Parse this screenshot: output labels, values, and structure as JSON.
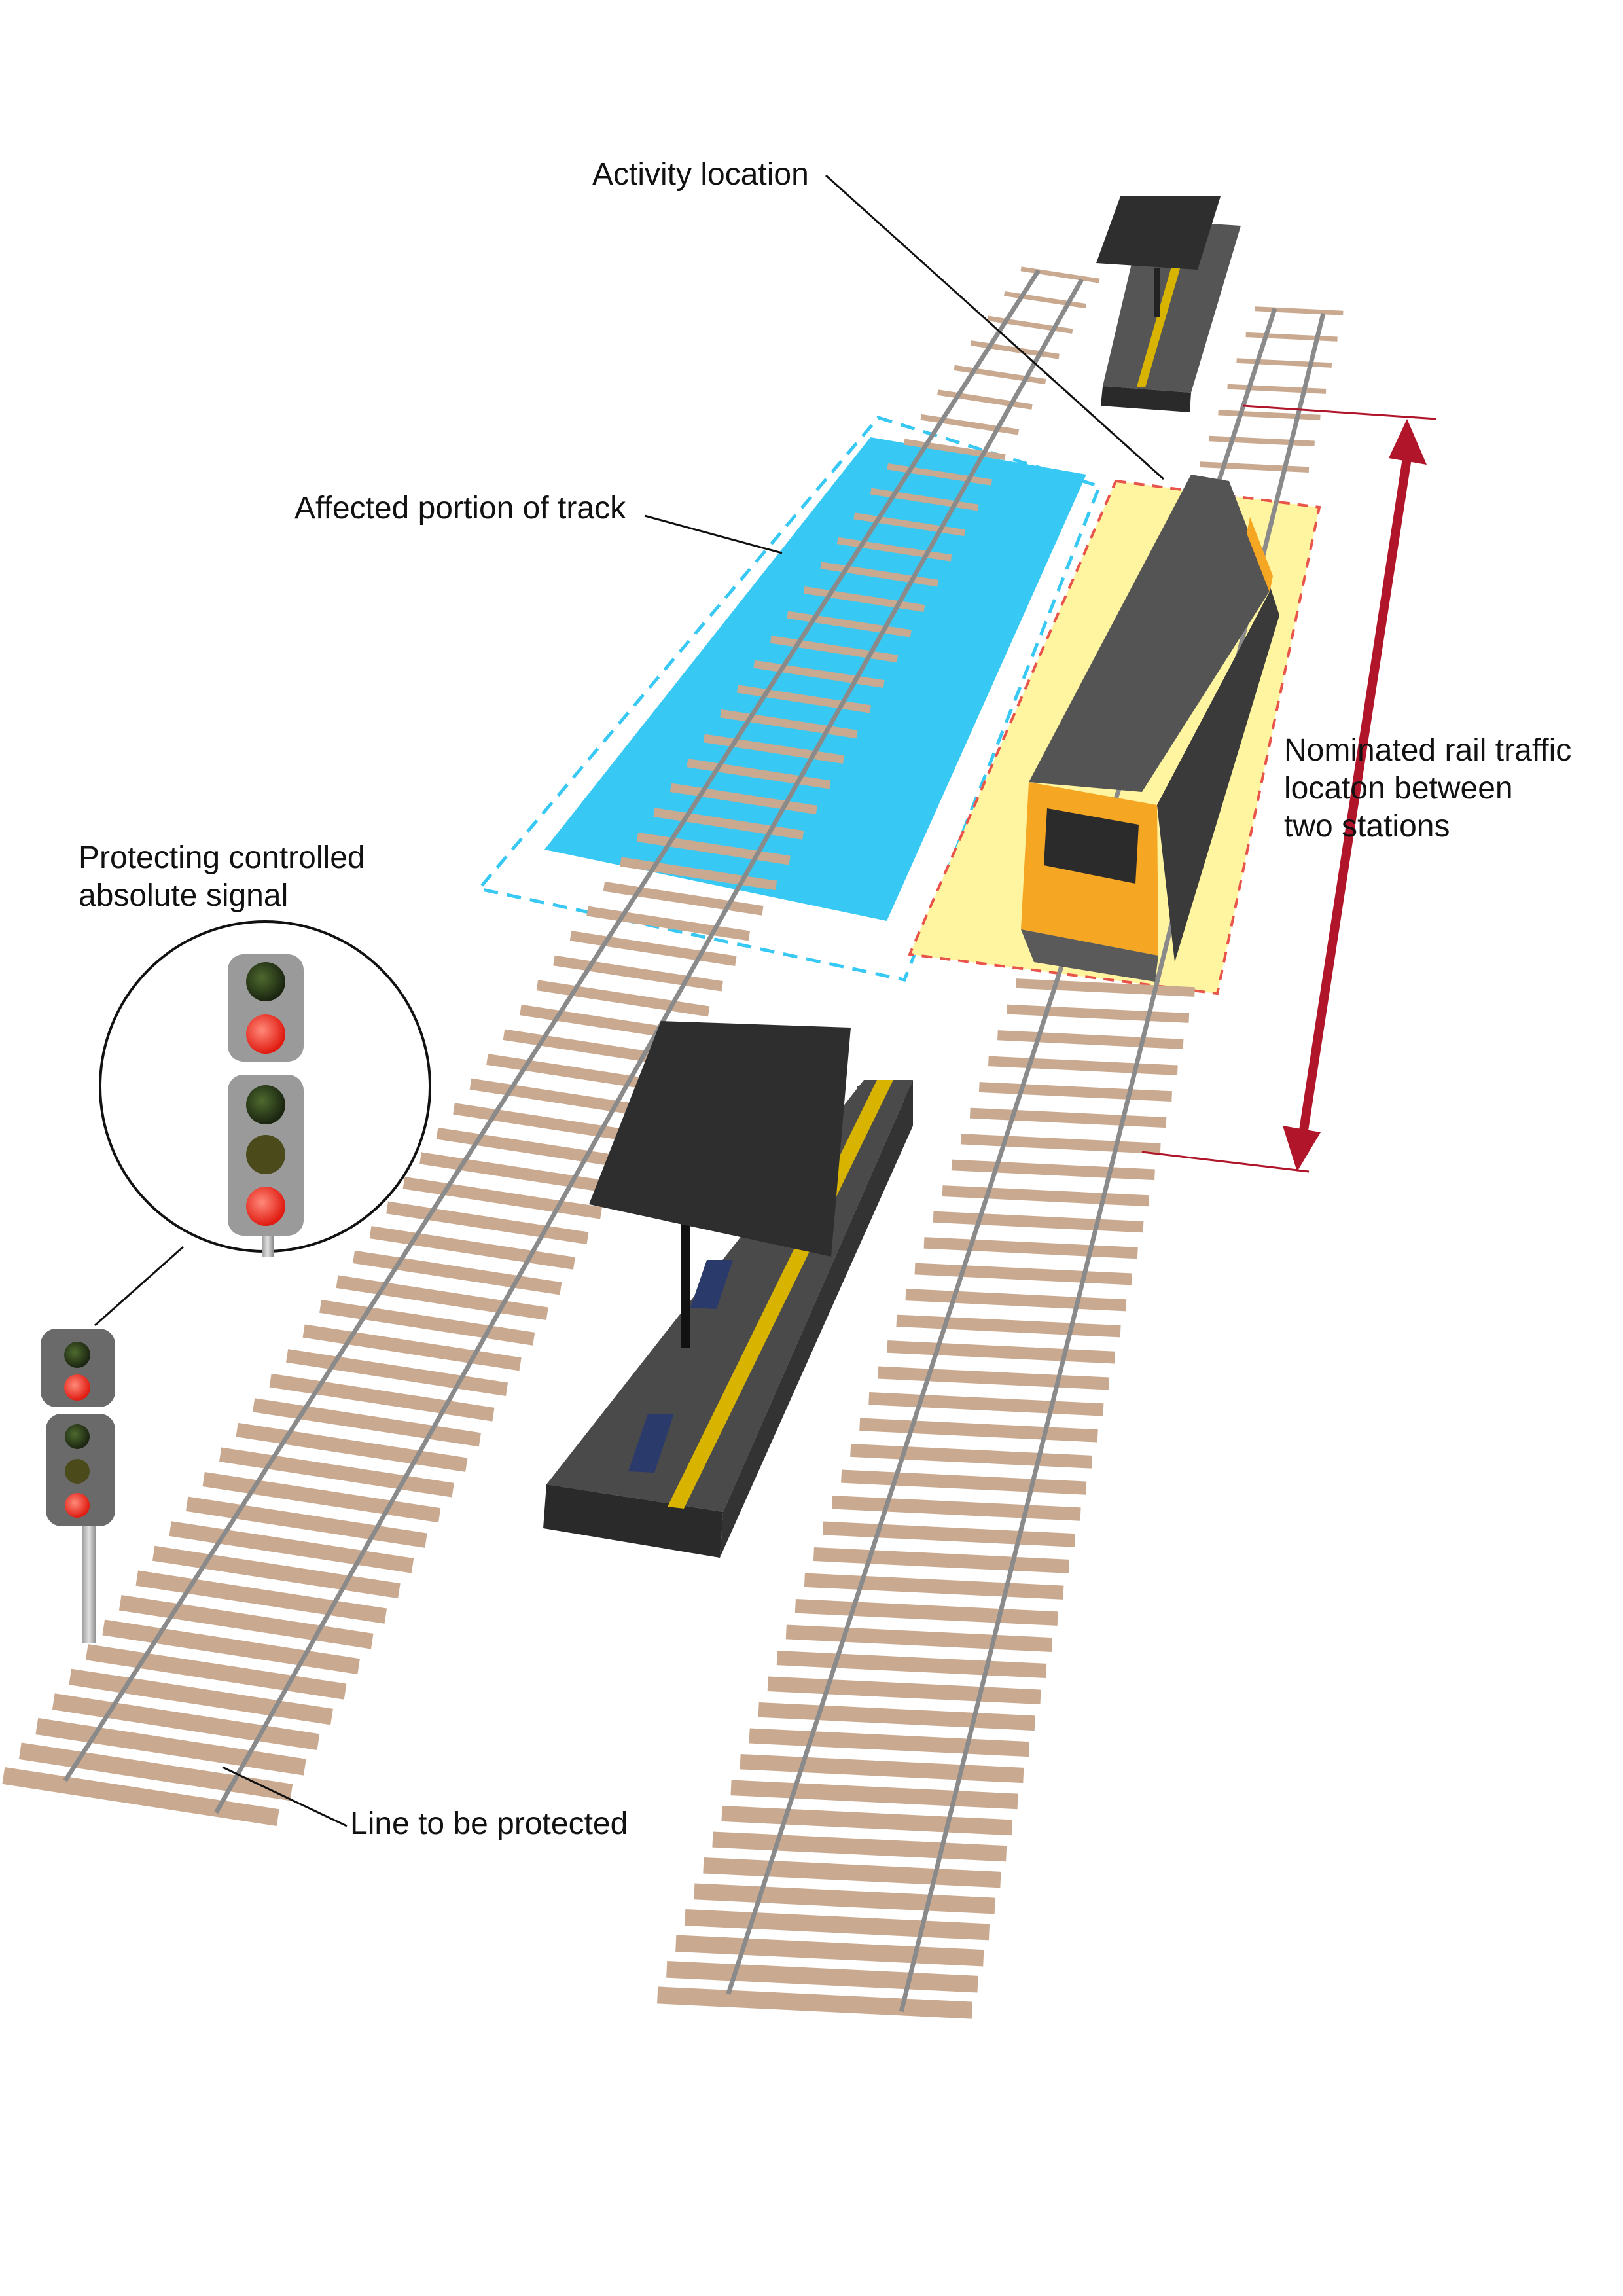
{
  "labels": {
    "activity_location": "Activity location",
    "affected_portion": "Affected portion of track",
    "protecting_signal": [
      "Protecting controlled",
      "absolute signal"
    ],
    "nominated_location": [
      "Nominated rail traffic",
      "locaton between",
      "two stations"
    ],
    "line_protected": "Line to be protected"
  },
  "colors": {
    "affected_zone": "#38c8f4",
    "activity_zone": "#fff4a0",
    "activity_zone_border": "#e8534a",
    "arrow": "#b0152a",
    "sleeper": "#c9a98f",
    "rail": "#8a8a8a",
    "train_body": "#4a4a4a",
    "train_front": "#f5a623",
    "platform": "#3c3c3c",
    "platform_stripe": "#d8b400",
    "signal_red": "#ff2a1a",
    "signal_off": "#3a4a20"
  },
  "icons": {
    "signal": "rail-signal-icon",
    "train": "train-icon",
    "platform": "station-platform-icon"
  }
}
